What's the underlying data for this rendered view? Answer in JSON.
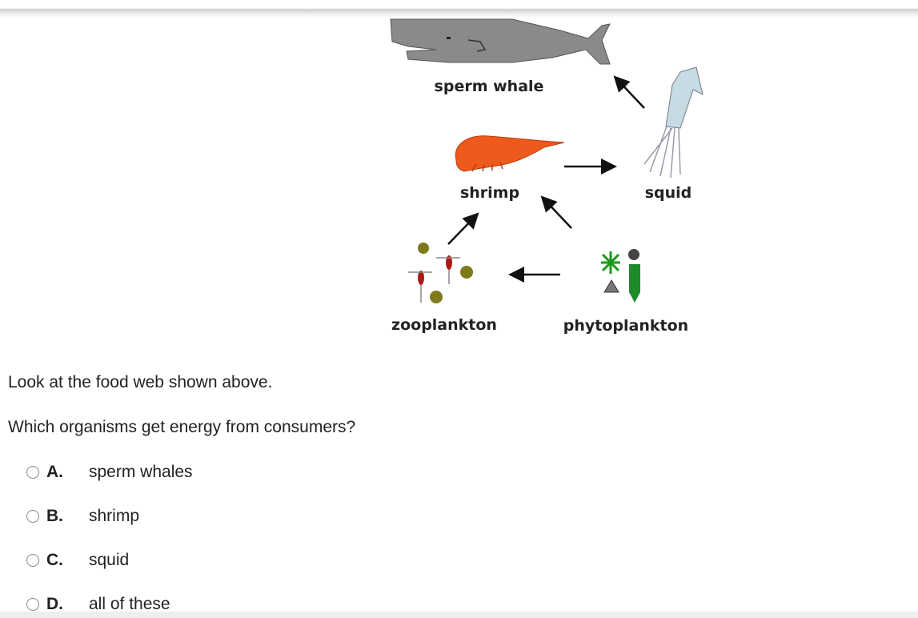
{
  "diagram": {
    "labels": {
      "whale": "sperm whale",
      "shrimp": "shrimp",
      "squid": "squid",
      "zooplankton": "zooplankton",
      "phytoplankton": "phytoplankton"
    }
  },
  "question": {
    "intro": "Look at the food web shown above.",
    "prompt": "Which organisms get energy from consumers?",
    "options": [
      {
        "letter": "A.",
        "text": "sperm whales"
      },
      {
        "letter": "B.",
        "text": "shrimp"
      },
      {
        "letter": "C.",
        "text": "squid"
      },
      {
        "letter": "D.",
        "text": "all of these"
      }
    ]
  }
}
